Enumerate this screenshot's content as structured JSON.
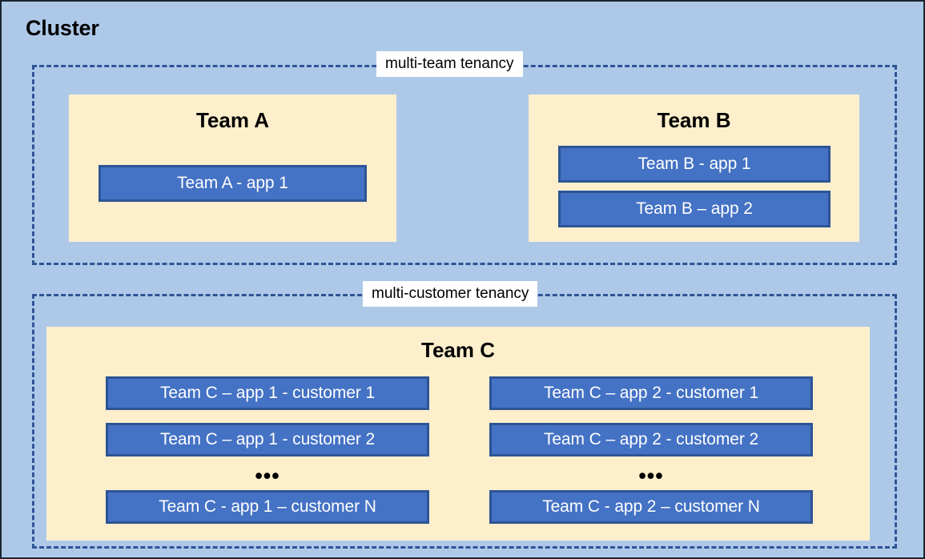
{
  "diagram": {
    "title": "Cluster",
    "colors": {
      "cluster_background": "#aec9e8",
      "zone_border": "#2e5496",
      "team_card": "#fdefcc",
      "app_box": "#4472c4",
      "app_box_border": "#2e5496",
      "app_box_text": "#ffffff",
      "label_background": "#ffffff",
      "text": "#000000"
    },
    "zones": [
      {
        "id": "multi-team",
        "label": "multi-team tenancy",
        "teams": [
          {
            "id": "team-a",
            "title": "Team A",
            "apps": [
              {
                "label": "Team A - app 1"
              }
            ]
          },
          {
            "id": "team-b",
            "title": "Team B",
            "apps": [
              {
                "label": "Team B - app 1"
              },
              {
                "label": "Team B – app 2"
              }
            ]
          }
        ]
      },
      {
        "id": "multi-customer",
        "label": "multi-customer tenancy",
        "teams": [
          {
            "id": "team-c",
            "title": "Team C",
            "columns": [
              {
                "id": "app-1",
                "items": [
                  {
                    "label": "Team C – app 1 - customer 1"
                  },
                  {
                    "label": "Team C – app 1 - customer 2"
                  },
                  {
                    "label": "Team C - app 1 – customer N"
                  }
                ],
                "ellipsis": "•••"
              },
              {
                "id": "app-2",
                "items": [
                  {
                    "label": "Team C – app 2 - customer 1"
                  },
                  {
                    "label": "Team C – app 2 - customer 2"
                  },
                  {
                    "label": "Team C - app 2 – customer N"
                  }
                ],
                "ellipsis": "•••"
              }
            ]
          }
        ]
      }
    ]
  }
}
